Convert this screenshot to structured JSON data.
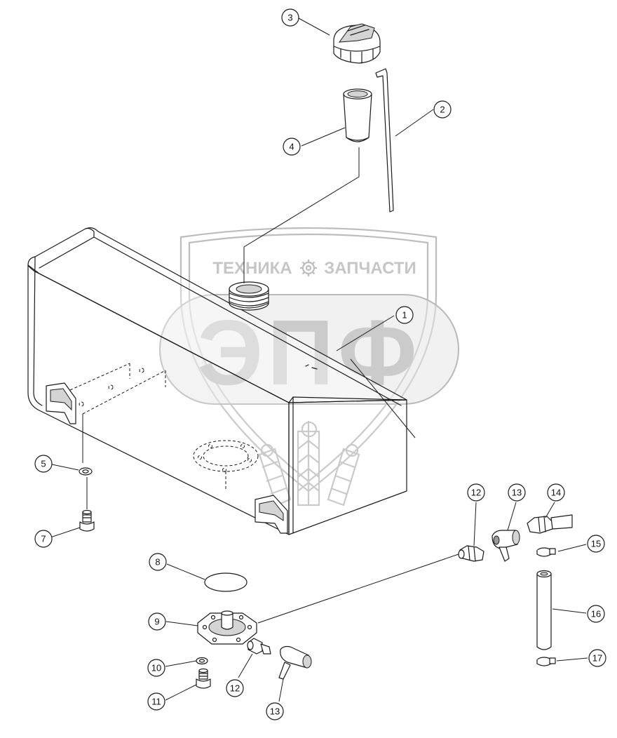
{
  "watermark": {
    "top_left": "ТЕХНИКА",
    "top_right": "ЗАПЧАСТИ",
    "big_text": "ЭПФ",
    "icon": "gear-icon"
  },
  "callouts": [
    {
      "id": "c1",
      "label": "1"
    },
    {
      "id": "c2",
      "label": "2"
    },
    {
      "id": "c3",
      "label": "3"
    },
    {
      "id": "c4",
      "label": "4"
    },
    {
      "id": "c5",
      "label": "5"
    },
    {
      "id": "c7",
      "label": "7"
    },
    {
      "id": "c8",
      "label": "8"
    },
    {
      "id": "c9",
      "label": "9"
    },
    {
      "id": "c10",
      "label": "10"
    },
    {
      "id": "c11",
      "label": "11"
    },
    {
      "id": "c12a",
      "label": "12"
    },
    {
      "id": "c12b",
      "label": "12"
    },
    {
      "id": "c13a",
      "label": "13"
    },
    {
      "id": "c13b",
      "label": "13"
    },
    {
      "id": "c14",
      "label": "14"
    },
    {
      "id": "c15",
      "label": "15"
    },
    {
      "id": "c16",
      "label": "16"
    },
    {
      "id": "c17",
      "label": "17"
    }
  ]
}
